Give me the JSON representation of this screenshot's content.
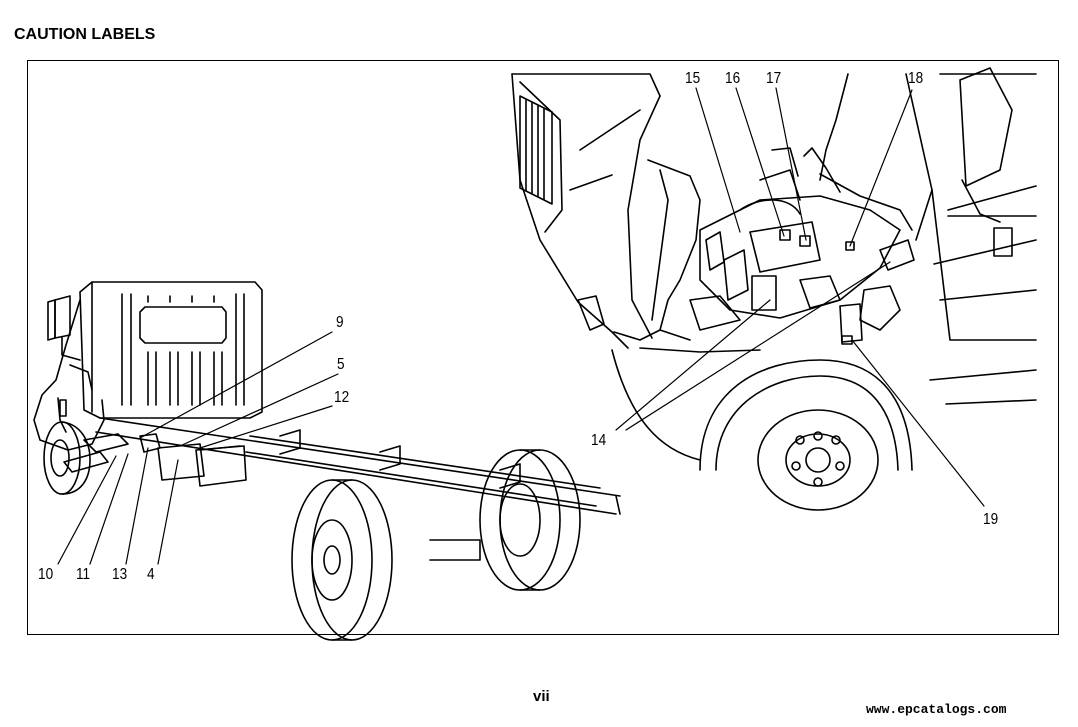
{
  "page": {
    "heading": "CAUTION LABELS",
    "page_number": "vii",
    "watermark": "www.epcatalogs.com"
  },
  "callouts": [
    "9",
    "5",
    "12",
    "10",
    "11",
    "13",
    "4",
    "15",
    "16",
    "17",
    "18",
    "14",
    "19"
  ]
}
